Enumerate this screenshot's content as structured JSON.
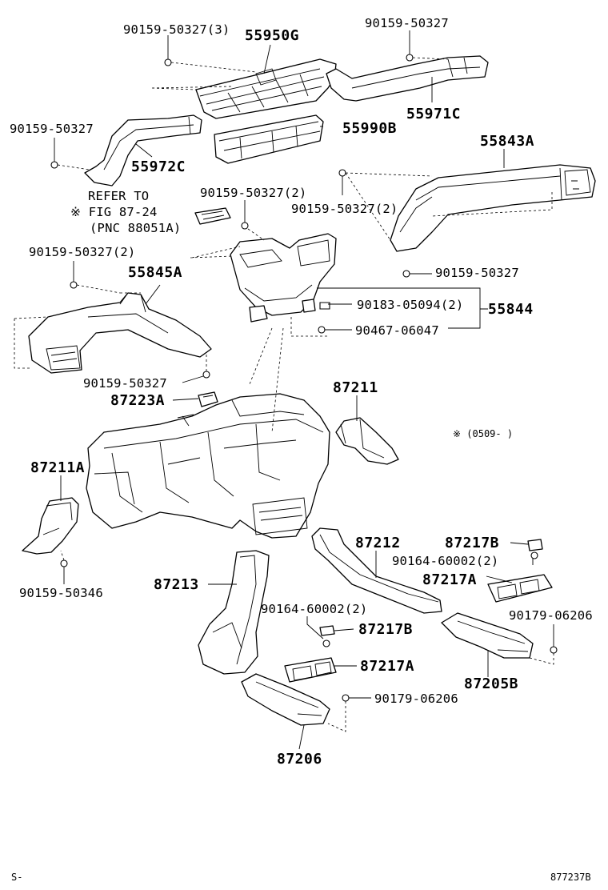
{
  "labels": {
    "p55950G": "55950G",
    "p90159_50327_3": "90159-50327(3)",
    "p90159_50327_tr": "90159-50327",
    "p55971C": "55971C",
    "p90159_50327_l": "90159-50327",
    "p55990B": "55990B",
    "p55972C": "55972C",
    "p55843A": "55843A",
    "refer_line1": "REFER TO",
    "refer_line2": "※ FIG 87-24",
    "refer_line3": "(PNC 88051A)",
    "p90159_50327_2a": "90159-50327(2)",
    "p90159_50327_2b": "90159-50327(2)",
    "p90159_50327_2c": "90159-50327(2)",
    "p90159_50327_r": "90159-50327",
    "p55845A": "55845A",
    "p90183_05094": "90183-05094(2)",
    "p55844": "55844",
    "p90467_06047": "90467-06047",
    "p90159_50327_m": "90159-50327",
    "p87223A": "87223A",
    "p87211": "87211",
    "note_0509": "※ (0509-     )",
    "p87211A": "87211A",
    "p90159_50346": "90159-50346",
    "p87212": "87212",
    "p87217B_r": "87217B",
    "p90164_60002_r": "90164-60002(2)",
    "p87217A_r": "87217A",
    "p87213": "87213",
    "p90164_60002_m": "90164-60002(2)",
    "p87217B_m": "87217B",
    "p90179_06206_r": "90179-06206",
    "p87217A_m": "87217A",
    "p87205B": "87205B",
    "p90179_06206_m": "90179-06206",
    "p87206": "87206",
    "footer_left": "S-",
    "footer_right": "877237B"
  }
}
